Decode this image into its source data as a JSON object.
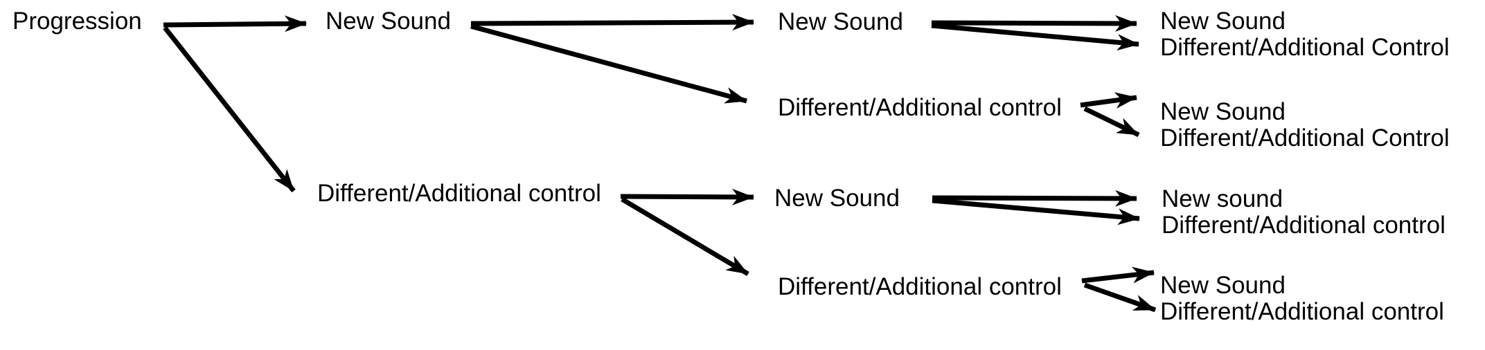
{
  "diagram": {
    "type": "tree",
    "direction": "left-to-right",
    "colors": {
      "background": "#ffffff",
      "text": "#000000",
      "arrow": "#000000"
    },
    "nodes": {
      "root": {
        "id": "progression",
        "label": "Progression"
      },
      "l2a": {
        "id": "new-sound",
        "label": "New Sound"
      },
      "l2b": {
        "id": "diff-add-control",
        "label": "Different/Additional control"
      },
      "l3a": {
        "id": "new-sound",
        "label": "New Sound"
      },
      "l3b": {
        "id": "diff-add-control",
        "label": "Different/Additional control"
      },
      "l3c": {
        "id": "new-sound",
        "label": "New Sound"
      },
      "l3d": {
        "id": "diff-add-control",
        "label": "Different/Additional control"
      },
      "leaf1a": {
        "id": "new-sound",
        "label": "New Sound"
      },
      "leaf1b": {
        "id": "diff-add-control",
        "label": "Different/Additional Control"
      },
      "leaf2a": {
        "id": "new-sound",
        "label": "New Sound"
      },
      "leaf2b": {
        "id": "diff-add-control",
        "label": "Different/Additional Control"
      },
      "leaf3a": {
        "id": "new-sound",
        "label": "New sound"
      },
      "leaf3b": {
        "id": "diff-add-control",
        "label": "Different/Additional control"
      },
      "leaf4a": {
        "id": "new-sound",
        "label": "New Sound"
      },
      "leaf4b": {
        "id": "diff-add-control",
        "label": "Different/Additional control"
      }
    },
    "edges": [
      {
        "from": "root",
        "to": "l2a"
      },
      {
        "from": "root",
        "to": "l2b"
      },
      {
        "from": "l2a",
        "to": "l3a"
      },
      {
        "from": "l2a",
        "to": "l3b"
      },
      {
        "from": "l2b",
        "to": "l3c"
      },
      {
        "from": "l2b",
        "to": "l3d"
      },
      {
        "from": "l3a",
        "to": "leaf1a"
      },
      {
        "from": "l3a",
        "to": "leaf1b"
      },
      {
        "from": "l3b",
        "to": "leaf2a"
      },
      {
        "from": "l3b",
        "to": "leaf2b"
      },
      {
        "from": "l3c",
        "to": "leaf3a"
      },
      {
        "from": "l3c",
        "to": "leaf3b"
      },
      {
        "from": "l3d",
        "to": "leaf4a"
      },
      {
        "from": "l3d",
        "to": "leaf4b"
      }
    ]
  }
}
